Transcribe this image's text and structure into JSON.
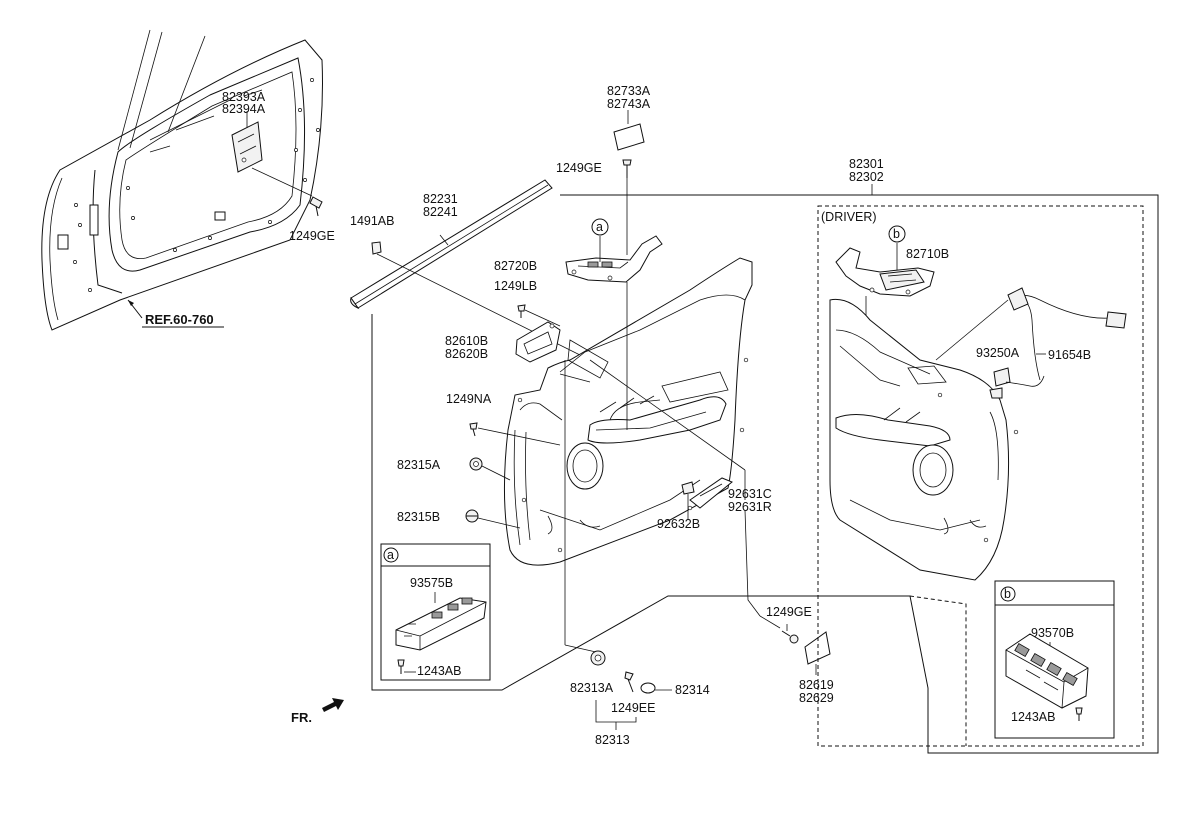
{
  "callouts": {
    "p82393A": "82393A",
    "p82394A": "82394A",
    "p1249GE_a": "1249GE",
    "ref": "REF.60-760",
    "p82231": "82231",
    "p82241": "82241",
    "p1491AB": "1491AB",
    "p82733A": "82733A",
    "p82743A": "82743A",
    "p1249GE_b": "1249GE",
    "mark_a": "a",
    "p82720B": "82720B",
    "p1249LB": "1249LB",
    "p82610B": "82610B",
    "p82620B": "82620B",
    "p1249NA": "1249NA",
    "p82315A": "82315A",
    "p82315B": "82315B",
    "p92631C": "92631C",
    "p92631R": "92631R",
    "p92632B": "92632B",
    "p82301": "82301",
    "p82302": "82302",
    "driver": "(DRIVER)",
    "mark_b": "b",
    "p82710B": "82710B",
    "p93250A": "93250A",
    "p91654B": "91654B",
    "p1249GE_c": "1249GE",
    "p82619": "82619",
    "p82629": "82629",
    "p82313A": "82313A",
    "p82314": "82314",
    "p1249EE": "1249EE",
    "p82313": "82313",
    "fr": "FR."
  },
  "inset_a": {
    "mark": "a",
    "p93575B": "93575B",
    "p1243AB": "1243AB"
  },
  "inset_b": {
    "mark": "b",
    "p93570B": "93570B",
    "p1243AB": "1243AB"
  }
}
